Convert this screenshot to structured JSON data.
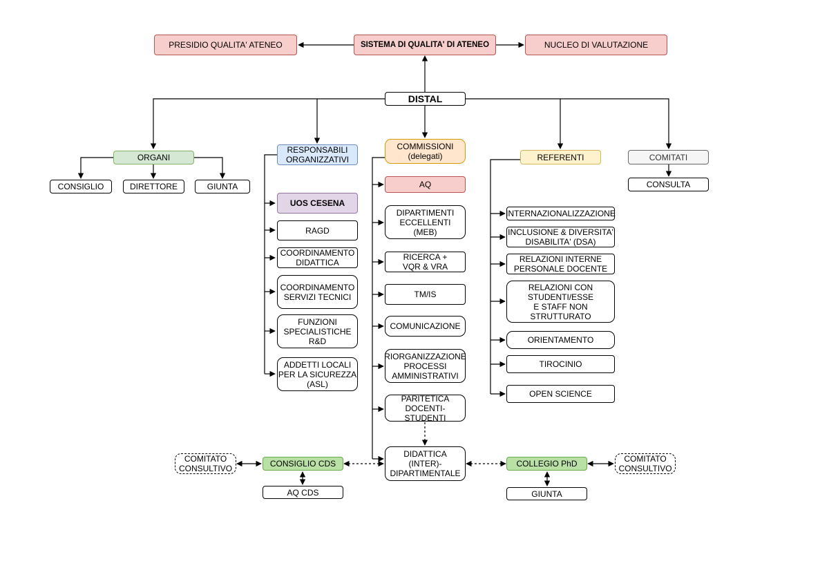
{
  "top": {
    "presidio": "PRESIDIO QUALITA' ATENEO",
    "sistema": "SISTEMA DI QUALITA' DI ATENEO",
    "nucleo": "NUCLEO DI VALUTAZIONE"
  },
  "distal": "DISTAL",
  "organi": {
    "title": "ORGANI",
    "consiglio": "CONSIGLIO",
    "direttore": "DIRETTORE",
    "giunta": "GIUNTA"
  },
  "responsabili": {
    "title": "RESPONSABILI\nORGANIZZATIVI",
    "items": [
      "UOS CESENA",
      "RAGD",
      "COORDINAMENTO\nDIDATTICA",
      "COORDINAMENTO\nSERVIZI TECNICI",
      "FUNZIONI\nSPECIALISTICHE\nR&D",
      "ADDETTI LOCALI\nPER LA SICUREZZA\n(ASL)"
    ]
  },
  "commissioni": {
    "title": "COMMISSIONI\n(delegati)",
    "items": [
      "AQ",
      "DIPARTIMENTI\nECCELLENTI\n(MEB)",
      "RICERCA +\nVQR & VRA",
      "TM/IS",
      "COMUNICAZIONE",
      "RIORGANIZZAZIONE\nPROCESSI\nAMMINISTRATIVI",
      "PARITETICA\nDOCENTI-STUDENTI",
      "DIDATTICA\n(INTER)-\nDIPARTIMENTALE"
    ]
  },
  "referenti": {
    "title": "REFERENTI",
    "items": [
      "INTERNAZIONALIZZAZIONE",
      "INCLUSIONE & DIVERSITA'\nDISABILITA' (DSA)",
      "RELAZIONI INTERNE\nPERSONALE DOCENTE",
      "RELAZIONI CON\nSTUDENTI/ESSE\nE STAFF NON\nSTRUTTURATO",
      "ORIENTAMENTO",
      "TIROCINIO",
      "OPEN SCIENCE"
    ]
  },
  "comitati": {
    "title": "COMITATI",
    "consulta": "CONSULTA"
  },
  "bottom": {
    "comitato_left": "COMITATO\nCONSULTIVO",
    "consiglio_cds": "CONSIGLIO CDS",
    "aq_cds": "AQ CDS",
    "collegio_phd": "COLLEGIO PhD",
    "giunta_phd": "GIUNTA",
    "comitato_right": "COMITATO\nCONSULTIVO"
  }
}
